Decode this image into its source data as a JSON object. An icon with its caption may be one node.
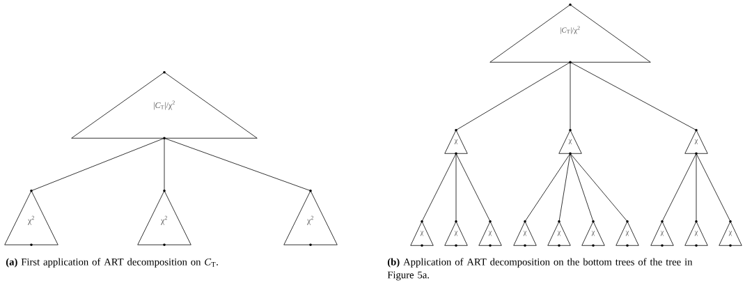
{
  "diagram": {
    "nodes": [
      {
        "text": [
          "|*C*$_{T}$|/χ$^{2}$"
        ]
      },
      {
        "text": [
          "χ$^{2}$"
        ]
      },
      {
        "text": [
          "χ$^{2}$"
        ]
      },
      {
        "text": [
          "χ$^{2}$"
        ]
      },
      {
        "text": [
          "|*C*$_{T}$|/χ$^{2}$"
        ]
      },
      {
        "text": [
          "χ"
        ]
      },
      {
        "text": [
          "χ"
        ]
      },
      {
        "text": [
          "χ"
        ]
      },
      {
        "text": [
          "χ"
        ]
      },
      {
        "text": [
          "χ"
        ]
      },
      {
        "text": [
          "χ"
        ]
      },
      {
        "text": [
          "χ"
        ]
      },
      {
        "text": [
          "χ"
        ]
      },
      {
        "text": [
          "χ"
        ]
      },
      {
        "text": [
          "χ"
        ]
      },
      {
        "text": [
          "χ"
        ]
      },
      {
        "text": [
          "χ"
        ]
      },
      {
        "text": [
          "χ"
        ]
      }
    ],
    "edges": [
      {
        "from": 0,
        "to": 1,
        "arrow": "none"
      },
      {
        "from": 0,
        "to": 2,
        "arrow": "none"
      },
      {
        "from": 0,
        "to": 3,
        "arrow": "none"
      },
      {
        "from": 4,
        "to": 5,
        "arrow": "none"
      },
      {
        "from": 4,
        "to": 6,
        "arrow": "none"
      },
      {
        "from": 4,
        "to": 7,
        "arrow": "none"
      },
      {
        "from": 5,
        "to": 8,
        "arrow": "none"
      },
      {
        "from": 5,
        "to": 9,
        "arrow": "none"
      },
      {
        "from": 5,
        "to": 10,
        "arrow": "none"
      },
      {
        "from": 6,
        "to": 11,
        "arrow": "none"
      },
      {
        "from": 6,
        "to": 12,
        "arrow": "none"
      },
      {
        "from": 6,
        "to": 13,
        "arrow": "none"
      },
      {
        "from": 6,
        "to": 14,
        "arrow": "none"
      },
      {
        "from": 7,
        "to": 15,
        "arrow": "none"
      },
      {
        "from": 7,
        "to": 16,
        "arrow": "none"
      },
      {
        "from": 7,
        "to": 17,
        "arrow": "none"
      }
    ],
    "labels": [
      "**(a)** First application of ART decomposition on *C*$_{T}$.",
      "**(b)** Application of ART decomposition on the bottom trees of the tree in Figure 5a."
    ]
  }
}
